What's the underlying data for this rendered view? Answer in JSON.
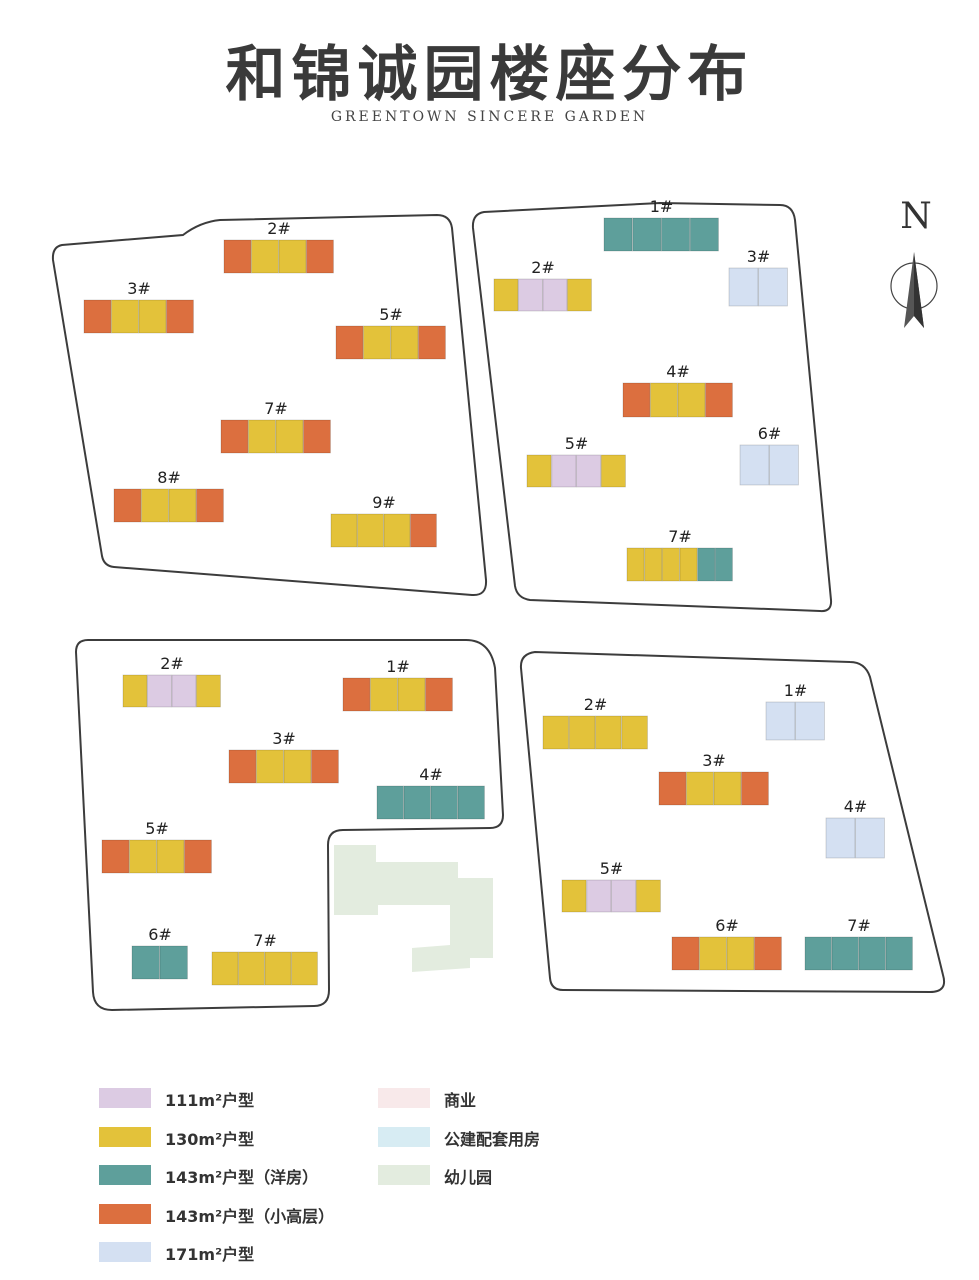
{
  "title": "和锦诚园楼座分布",
  "subtitle": "GREENTOWN SINCERE GARDEN",
  "compass": {
    "label": "N",
    "icon": "north-arrow-icon"
  },
  "colors": {
    "u111": "#dccbe3",
    "u130": "#e3c23a",
    "u143v": "#5e9f9b",
    "u143h": "#dc6f3f",
    "u171": "#d4e0f2",
    "commercial": "#f8e9ea",
    "public": "#d7ecf3",
    "kinder": "#e3ecdf",
    "outline": "#3c3c3c"
  },
  "legend": [
    {
      "key": "u111",
      "label": "111m²户型"
    },
    {
      "key": "u130",
      "label": "130m²户型"
    },
    {
      "key": "u143v",
      "label": "143m²户型（洋房）"
    },
    {
      "key": "u143h",
      "label": "143m²户型（小高层）"
    },
    {
      "key": "u171",
      "label": "171m²户型"
    },
    {
      "key": "commercial",
      "label": "商业"
    },
    {
      "key": "public",
      "label": "公建配套用房"
    },
    {
      "key": "kinder",
      "label": "幼儿园"
    }
  ],
  "blocks": [
    {
      "name": "northwest",
      "buildings": [
        {
          "label": "2#",
          "units": [
            "u143h",
            "u130",
            "u130",
            "u143h"
          ]
        },
        {
          "label": "3#",
          "units": [
            "u143h",
            "u130",
            "u130",
            "u143h"
          ]
        },
        {
          "label": "5#",
          "units": [
            "u143h",
            "u130",
            "u130",
            "u143h"
          ]
        },
        {
          "label": "7#",
          "units": [
            "u143h",
            "u130",
            "u130",
            "u143h"
          ]
        },
        {
          "label": "8#",
          "units": [
            "u143h",
            "u130",
            "u130",
            "u143h"
          ]
        },
        {
          "label": "9#",
          "units": [
            "u130",
            "u130",
            "u130",
            "u143h"
          ]
        }
      ],
      "facilities": [
        "public",
        "public",
        "public"
      ]
    },
    {
      "name": "northeast",
      "buildings": [
        {
          "label": "1#",
          "units": [
            "u143v",
            "u143v",
            "u143v",
            "u143v"
          ]
        },
        {
          "label": "2#",
          "units": [
            "u130",
            "u111",
            "u111",
            "u130"
          ]
        },
        {
          "label": "3#",
          "units": [
            "u171",
            "u171"
          ]
        },
        {
          "label": "4#",
          "units": [
            "u143h",
            "u130",
            "u130",
            "u143h"
          ]
        },
        {
          "label": "5#",
          "units": [
            "u130",
            "u111",
            "u111",
            "u130"
          ]
        },
        {
          "label": "6#",
          "units": [
            "u171",
            "u171"
          ]
        },
        {
          "label": "7#",
          "units": [
            "u130",
            "u130",
            "u130",
            "u130",
            "u143v",
            "u143v"
          ]
        }
      ],
      "facilities": [
        "commercial",
        "commercial"
      ]
    },
    {
      "name": "southwest",
      "buildings": [
        {
          "label": "1#",
          "units": [
            "u143h",
            "u130",
            "u130",
            "u143h"
          ]
        },
        {
          "label": "2#",
          "units": [
            "u130",
            "u111",
            "u111",
            "u130"
          ]
        },
        {
          "label": "3#",
          "units": [
            "u143h",
            "u130",
            "u130",
            "u143h"
          ]
        },
        {
          "label": "4#",
          "units": [
            "u143v",
            "u143v",
            "u143v",
            "u143v"
          ]
        },
        {
          "label": "5#",
          "units": [
            "u143h",
            "u130",
            "u130",
            "u143h"
          ]
        },
        {
          "label": "6#",
          "units": [
            "u143v",
            "u143v"
          ]
        },
        {
          "label": "7#",
          "units": [
            "u130",
            "u130",
            "u130",
            "u130"
          ]
        }
      ],
      "facilities": [
        "kinder"
      ]
    },
    {
      "name": "southeast",
      "buildings": [
        {
          "label": "1#",
          "units": [
            "u171",
            "u171"
          ]
        },
        {
          "label": "2#",
          "units": [
            "u130",
            "u130",
            "u130",
            "u130"
          ]
        },
        {
          "label": "3#",
          "units": [
            "u143h",
            "u130",
            "u130",
            "u143h"
          ]
        },
        {
          "label": "4#",
          "units": [
            "u171",
            "u171"
          ]
        },
        {
          "label": "5#",
          "units": [
            "u130",
            "u111",
            "u111",
            "u130"
          ]
        },
        {
          "label": "6#",
          "units": [
            "u143h",
            "u130",
            "u130",
            "u143h"
          ]
        },
        {
          "label": "7#",
          "units": [
            "u143v",
            "u143v",
            "u143v",
            "u143v"
          ]
        }
      ],
      "facilities": [
        "commercial"
      ]
    }
  ]
}
